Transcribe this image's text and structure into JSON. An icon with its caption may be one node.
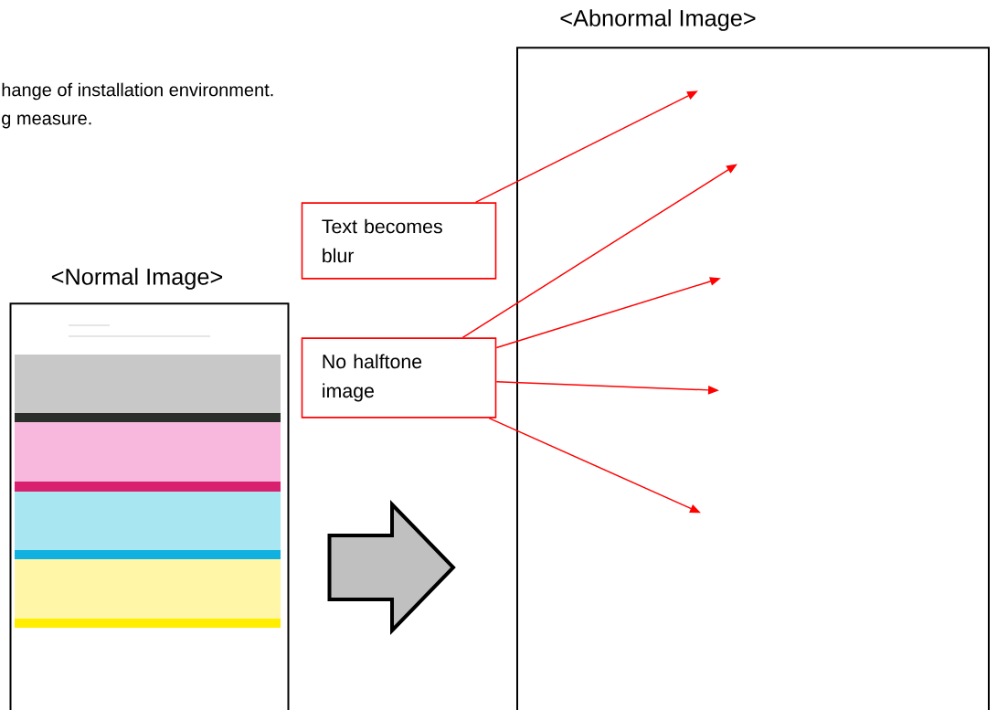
{
  "diagram": {
    "nodes": [
      {
        "text": [
          "<Normal Image>"
        ]
      },
      {
        "text": [
          "<Abnormal Image>"
        ]
      },
      {
        "text": [
          "Text becomes blur"
        ]
      },
      {
        "text": [
          "No halftone image"
        ]
      }
    ],
    "edges": [
      {
        "from": 0,
        "to": 1,
        "arrow": "to",
        "style": "thick",
        "color": "#c0c0c0"
      },
      {
        "from": 2,
        "to": 1,
        "arrow": "to"
      },
      {
        "from": 3,
        "to": 1,
        "arrow": "to"
      },
      {
        "from": 3,
        "to": 1,
        "arrow": "to"
      },
      {
        "from": 3,
        "to": 1,
        "arrow": "to"
      },
      {
        "from": 3,
        "to": 1,
        "arrow": "to"
      }
    ],
    "labels": [
      "hange of installation environment.",
      "g measure."
    ]
  }
}
